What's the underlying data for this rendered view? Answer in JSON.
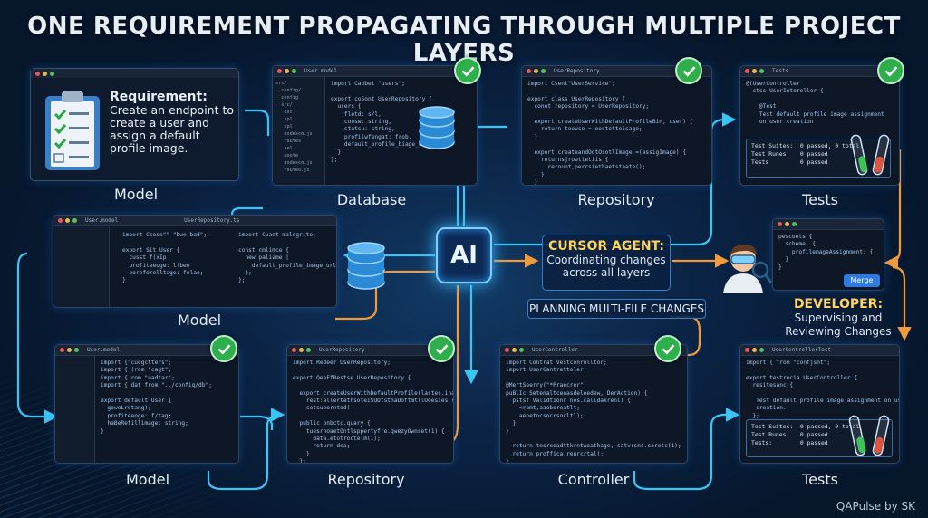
{
  "title": "ONE REQUIREMENT PROPAGATING THROUGH MULTIPLE PROJECT LAYERS",
  "requirement": {
    "heading": "Requirement:",
    "text": "Create an endpoint to create a user and assign a default profile image."
  },
  "labels": {
    "model_top": "Model",
    "database": "Database",
    "repository_top": "Repository",
    "tests_top": "Tests",
    "model_mid": "Model",
    "model_bottom": "Model",
    "repository_bottom": "Repository",
    "controller": "Controller",
    "tests_bottom": "Tests"
  },
  "ai": "AI",
  "agent": {
    "heading": "CURSOR AGENT:",
    "text": "Coordinating changes across all layers"
  },
  "planning": "PLANNING MULTI-FILE CHANGES",
  "developer": {
    "heading": "DEVELOPER:",
    "text": "Supervising and Reviewing Changes"
  },
  "merge": "Merge",
  "footer": "QAPulse by SK",
  "panels": {
    "db_tab": "User.model",
    "db_side": "src/\n  config/\n  config\n  src/\n   ext\n   spl\n   spl\n   nodesco.js\n   routes\n   sel\n   uoote\n   nodesco.js\n   routeo.js",
    "db_code": "import Cabbet \"users\";\n\nexport coSont UserRepository {\n  users {\n    fletd: s/l,\n    coosw: string,\n    statsu: string,\n    profilwfengat: frob,\n    default_profile_biage_url\n  }\n};",
    "repo_tab": "UserRepository",
    "repo_code": "import Csent\"UserService\";\n\nexport class UserRepository {\n  conet repository = UserRepository;\n\n  export createUserWithDefaultProfileBin, user) {\n    return toouse = oostetteisage;\n  }\n\n  export createandOotOsotlImage =(assigImage) {\n    returnsjrowttetiis {\n      rerount,perrsiethaetstaate();\n    };\n  }",
    "tests_tab": "Tests",
    "tests_code": "@(UserController\n  ctss UserInteroller {\n\n    @Test:\n    Test default profile image assignment\n    on user creation",
    "tests_summary": "Test Suites:  0 passed, 0 total\nTest Runes:   0 passed\nTests         0 passed",
    "mid_tab": "User.model",
    "mid_code": "import Ccese\"\" \"bwe.bad\";\n\nexport Sit User {\n  cusst f(xIp\n  profiteeoge: l!bee\n  bereferelltage: folae;\n}",
    "mid_tab2": "UserRepository.ts",
    "mid_code2": "import Cuaet maldgrite;\n\nconst cmlimce {\n  new paliame |\n    default_profile_image_url,\n  };\n};",
    "dev_code": "pescoets {\n  scheme: {\n    profilemageAssignment: {\n  }\n}",
    "bm_tab": "User.model",
    "bm_code": "import {\"cuogctters\";\nimport { (rom \"cagt\";\nimport { rom \"uadtar\";\nimport { dat from \"../config/db\";\n\nexport default User {\n  goweLrstang);\n  profiteeoge: f/tag;\n  haBeRefillimage: string;\n}",
    "br_tab": "UserRepository",
    "br_code": "import Redeer UserRepository;\n\nexport QeeFfRestse UserRepository {\n\n  export createUserWithDefaultProfile(lastes.inattisache\n    rest:allertathsoteiSUDtsthaDoftmtllUoesies {\n    sotsuperntod(\n\n  public onbctc.quary {\n    tuesrnoaetOntlsppertyfre.qwezyOwnset(1) {\n      data.etotroctelm(1);\n      return dea;\n    }\n  };\n}",
    "bc_tab": "UserController",
    "bc_code": "import Contrat Vestconrolltor;\nimport UsorCantrettoler;\n\n@MertSeerry(\"*Praecrer\")\npuBlIc Setenaltceoasdeleedew, DerAction) {\n  pstsf Validtionr nos.calldakrenl) {\n    <ramt,aaeboreatlt;\n    aeoetocsocrsorltl);\n  }\n}\n\n  return tesreoadttkrntweathage, satvrsns.saretc(1);\n  return proffica,reurcrtal);\n}",
    "bt_tab": "UserControllerTest",
    "bt_code": "import { from \"confjsnt\";\n\nexport testrecia UserController {\n  resitesanc {\n\n   Test default profile image assignment on user\n   creation.\n  };",
    "bt_summary": "Test Suites:  0 passed, 0 total\nTest Runes:   0 passed\nTests:        0 passed"
  }
}
